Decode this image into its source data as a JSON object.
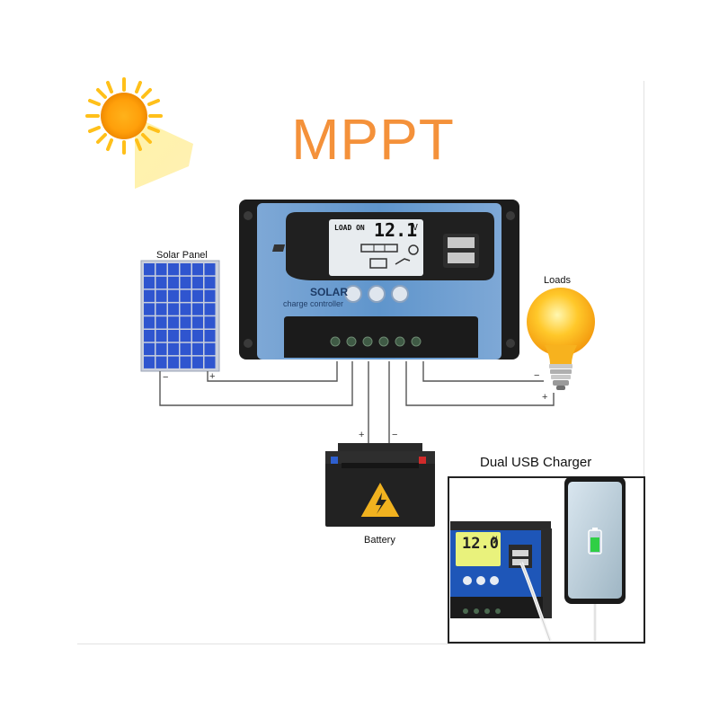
{
  "title": "MPPT",
  "labels": {
    "solar_panel": "Solar Panel",
    "loads": "Loads",
    "battery": "Battery",
    "usb_charger": "Dual USB Charger"
  },
  "controller": {
    "lcd_status": "LOAD ON",
    "lcd_voltage": "12.1",
    "lcd_unit": "V",
    "brand_line1": "SOLAR",
    "brand_line2": "charge controller"
  },
  "inset": {
    "lcd_voltage": "12.0",
    "lcd_unit": "V"
  },
  "polarity": {
    "minus": "−",
    "plus": "+"
  },
  "colors": {
    "title": "#f4913a",
    "controller_blue": "#5f95cc",
    "controller_dark": "#1e1e1e",
    "lcd": "#e8ecef",
    "wire": "#555555"
  }
}
